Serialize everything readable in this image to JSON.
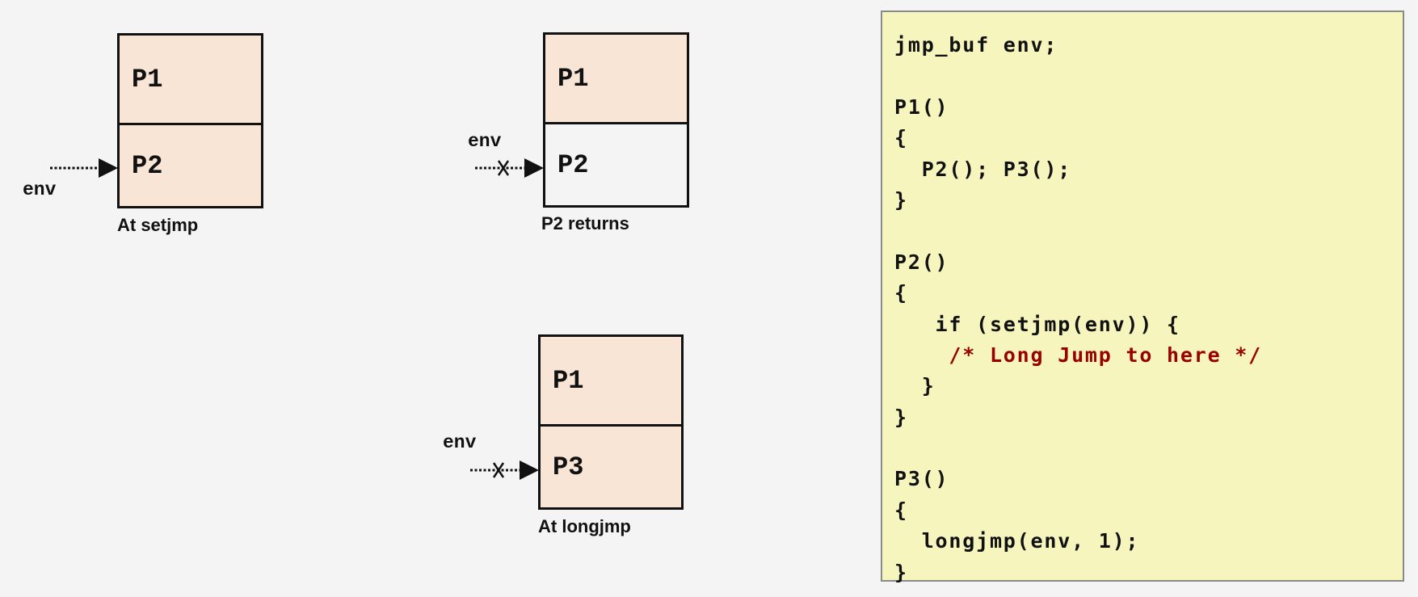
{
  "diagram1": {
    "cells": [
      "P1",
      "P2"
    ],
    "env_label": "env",
    "caption": "At setjmp"
  },
  "diagram2": {
    "cells": [
      "P1",
      "P2"
    ],
    "env_label": "env",
    "caption": "P2 returns"
  },
  "diagram3": {
    "cells": [
      "P1",
      "P3"
    ],
    "env_label": "env",
    "caption": "At longjmp"
  },
  "code": {
    "lines": [
      "jmp_buf env;",
      "",
      "P1()",
      "{",
      "  P2(); P3();",
      "}",
      "",
      "P2()",
      "{",
      "   if (setjmp(env)) {",
      "    /* Long Jump to here */",
      "  }",
      "}",
      "",
      "P3()",
      "{",
      "  longjmp(env, 1);",
      "}"
    ]
  },
  "colors": {
    "frame_fill": "#f8e5d6",
    "code_bg": "#f5f5bd",
    "comment": "#990000"
  }
}
